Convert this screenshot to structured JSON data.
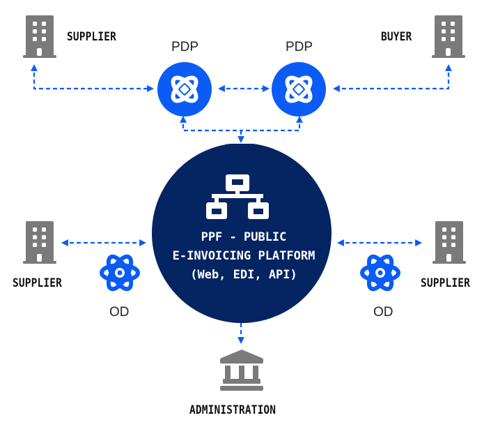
{
  "colors": {
    "accent_blue": "#0a5cf5",
    "platform_navy": "#052462",
    "icon_gray": "#7a7a7a",
    "text_dark": "#111111"
  },
  "nodes": {
    "supplier_top_left": {
      "label": "SUPPLIER",
      "icon": "building-icon"
    },
    "buyer_top_right": {
      "label": "BUYER",
      "icon": "building-icon"
    },
    "pdp_left": {
      "label": "PDP",
      "icon": "atom-icon"
    },
    "pdp_right": {
      "label": "PDP",
      "icon": "atom-icon"
    },
    "platform": {
      "icon": "network-icon",
      "line1": "PPF - PUBLIC",
      "line2": "E-INVOICING PLATFORM",
      "line3": "(Web, EDI, API)"
    },
    "supplier_mid_left": {
      "label": "SUPPLIER",
      "icon": "building-icon"
    },
    "supplier_mid_right": {
      "label": "SUPPLIER",
      "icon": "building-icon"
    },
    "od_left": {
      "label": "OD",
      "icon": "atom-icon"
    },
    "od_right": {
      "label": "OD",
      "icon": "atom-icon"
    },
    "administration": {
      "label": "ADMINISTRATION",
      "icon": "government-building-icon"
    }
  },
  "connections": [
    {
      "from": "supplier_top_left",
      "to": "pdp_left",
      "style": "dashed-bidirectional"
    },
    {
      "from": "pdp_left",
      "to": "pdp_right",
      "style": "dashed-bidirectional"
    },
    {
      "from": "pdp_right",
      "to": "buyer_top_right",
      "style": "dashed-bidirectional"
    },
    {
      "from": "pdp_left",
      "to": "platform",
      "style": "dashed"
    },
    {
      "from": "pdp_right",
      "to": "platform",
      "style": "dashed"
    },
    {
      "from": "supplier_mid_left",
      "to": "platform",
      "style": "dashed-bidirectional"
    },
    {
      "from": "platform",
      "to": "supplier_mid_right",
      "style": "dashed-bidirectional"
    },
    {
      "from": "platform",
      "to": "administration",
      "style": "dashed-directional"
    }
  ]
}
